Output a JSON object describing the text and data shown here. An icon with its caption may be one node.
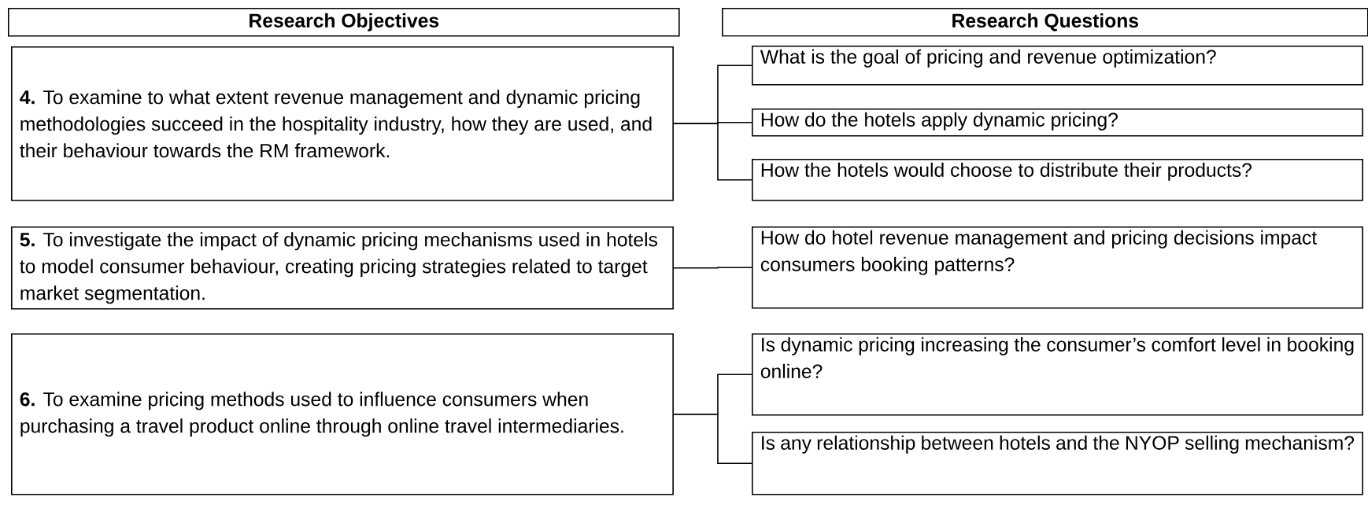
{
  "diagram": {
    "nodes": [
      {
        "text": [
          "Research Objectives"
        ]
      },
      {
        "text": [
          "Research Questions"
        ]
      },
      {
        "text": [
          "**4.** To examine to what extent revenue management and dynamic pricing methodologies succeed in the hospitality industry, how they are used, and their behaviour towards the RM framework."
        ]
      },
      {
        "text": [
          "What is the goal of pricing and revenue optimization?"
        ]
      },
      {
        "text": [
          "How do the hotels apply dynamic pricing?"
        ]
      },
      {
        "text": [
          "How the hotels would choose to distribute their products?"
        ]
      },
      {
        "text": [
          "**5.** To investigate the impact of dynamic pricing mechanisms used in hotels to model consumer behaviour, creating pricing strategies related to target market segmentation."
        ]
      },
      {
        "text": [
          "How do hotel revenue management and pricing decisions impact consumers booking patterns?"
        ]
      },
      {
        "text": [
          "**6.** To examine pricing methods used to influence consumers when purchasing a travel product online through online travel intermediaries."
        ]
      },
      {
        "text": [
          "Is dynamic pricing increasing the consumer’s comfort level in booking online?"
        ]
      },
      {
        "text": [
          "Is any relationship between hotels and the NYOP selling mechanism?"
        ]
      }
    ],
    "edges": [
      {
        "from": 2,
        "to": 3,
        "arrow": "none"
      },
      {
        "from": 2,
        "to": 4,
        "arrow": "none"
      },
      {
        "from": 2,
        "to": 5,
        "arrow": "none"
      },
      {
        "from": 6,
        "to": 7,
        "arrow": "none"
      },
      {
        "from": 8,
        "to": 9,
        "arrow": "none"
      },
      {
        "from": 8,
        "to": 10,
        "arrow": "none"
      }
    ]
  }
}
